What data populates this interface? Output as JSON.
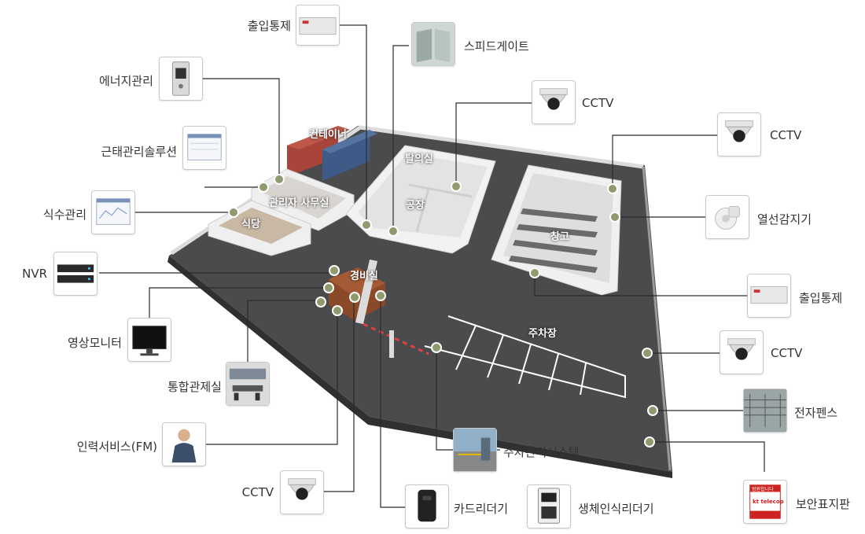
{
  "areas": {
    "container": "컨테이너",
    "break_room": "탈의실",
    "office": "관리자 사무실",
    "factory": "공장",
    "cafeteria": "식당",
    "warehouse": "창고",
    "guard_room": "경비실",
    "parking": "주차장"
  },
  "callouts": {
    "access_control_top": "출입통제",
    "speed_gate": "스피드게이트",
    "energy": "에너지관리",
    "cctv_top": "CCTV",
    "attendance": "근태관리솔루션",
    "cctv_right": "CCTV",
    "meal": "식수관리",
    "thermal": "열선감지기",
    "nvr": "NVR",
    "access_control_right": "출입통제",
    "video_monitor": "영상모니터",
    "cctv_mid": "CCTV",
    "control_room": "통합관제실",
    "electric_fence": "전자펜스",
    "manpower": "인력서비스(FM)",
    "parking_system": "주차관리시스템",
    "cctv_bottom": "CCTV",
    "card_reader": "카드리더기",
    "biometric_reader": "생체인식리더기",
    "security_sign": "보안표지판"
  },
  "sign": {
    "line1": "범원합니다",
    "brand": "kt telecop"
  },
  "colors": {
    "ground": "#4a4b4d",
    "wall": "#e9e9e9",
    "line": "#2b2b2b",
    "marker": "#8f9b6e",
    "container_red": "#a8453a",
    "container_blue": "#3e5a86",
    "guard_brown": "#8a4a2a"
  }
}
